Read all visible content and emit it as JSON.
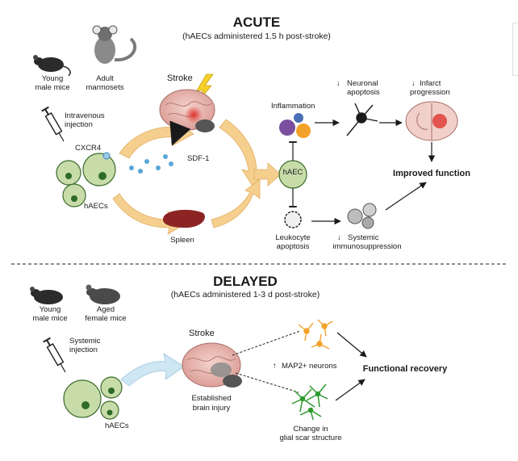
{
  "acute": {
    "title": "ACUTE",
    "subtitle": "(hAECs administered 1.5 h post-stroke)",
    "young_male_mice": [
      "Young",
      "male mice"
    ],
    "adult_marmosets": [
      "Adult",
      "marmosets"
    ],
    "intravenous_injection": [
      "Intravenous",
      "injection"
    ],
    "cxcr4": "CXCR4",
    "haecs": "hAECs",
    "stroke": "Stroke",
    "sdf1": "SDF-1",
    "spleen": "Spleen",
    "haec_center": "hAEC",
    "inflammation": "Inflammation",
    "neuronal_apoptosis": [
      "Neuronal",
      "apoptosis"
    ],
    "infarct_progression": [
      "Infarct",
      "progression"
    ],
    "improved_function": "Improved function",
    "leukocyte_apoptosis": [
      "Leukocyte",
      "apoptosis"
    ],
    "systemic_immunosuppression": [
      "Systemic",
      "immunosuppression"
    ]
  },
  "delayed": {
    "title": "DELAYED",
    "subtitle": "(hAECs administered 1-3 d post-stroke)",
    "young_male_mice": [
      "Young",
      "male mice"
    ],
    "aged_female_mice": [
      "Aged",
      "female mice"
    ],
    "systemic_injection": [
      "Systemic",
      "injection"
    ],
    "haecs": "hAECs",
    "stroke": "Stroke",
    "established_brain_injury": [
      "Established",
      "brain injury"
    ],
    "map2_neurons": "MAP2+ neurons",
    "functional_recovery": "Functional recovery",
    "glial_scar": [
      "Change in",
      "glial scar structure"
    ]
  },
  "colors": {
    "cell_fill": "#c8dcaa",
    "cell_nucleus": "#2e6b2a",
    "arrow_orange": "#f5cf8e",
    "arrow_blue": "#cfe6f3",
    "brain_pink": "#e8b5ae",
    "lesion_red": "#e0342e",
    "sdf_blue": "#5aa6d8",
    "spleen": "#8c2424",
    "neuron_orange": "#f2a22a",
    "glia_green": "#2e9a2e",
    "lightning": "#f7d02a"
  }
}
